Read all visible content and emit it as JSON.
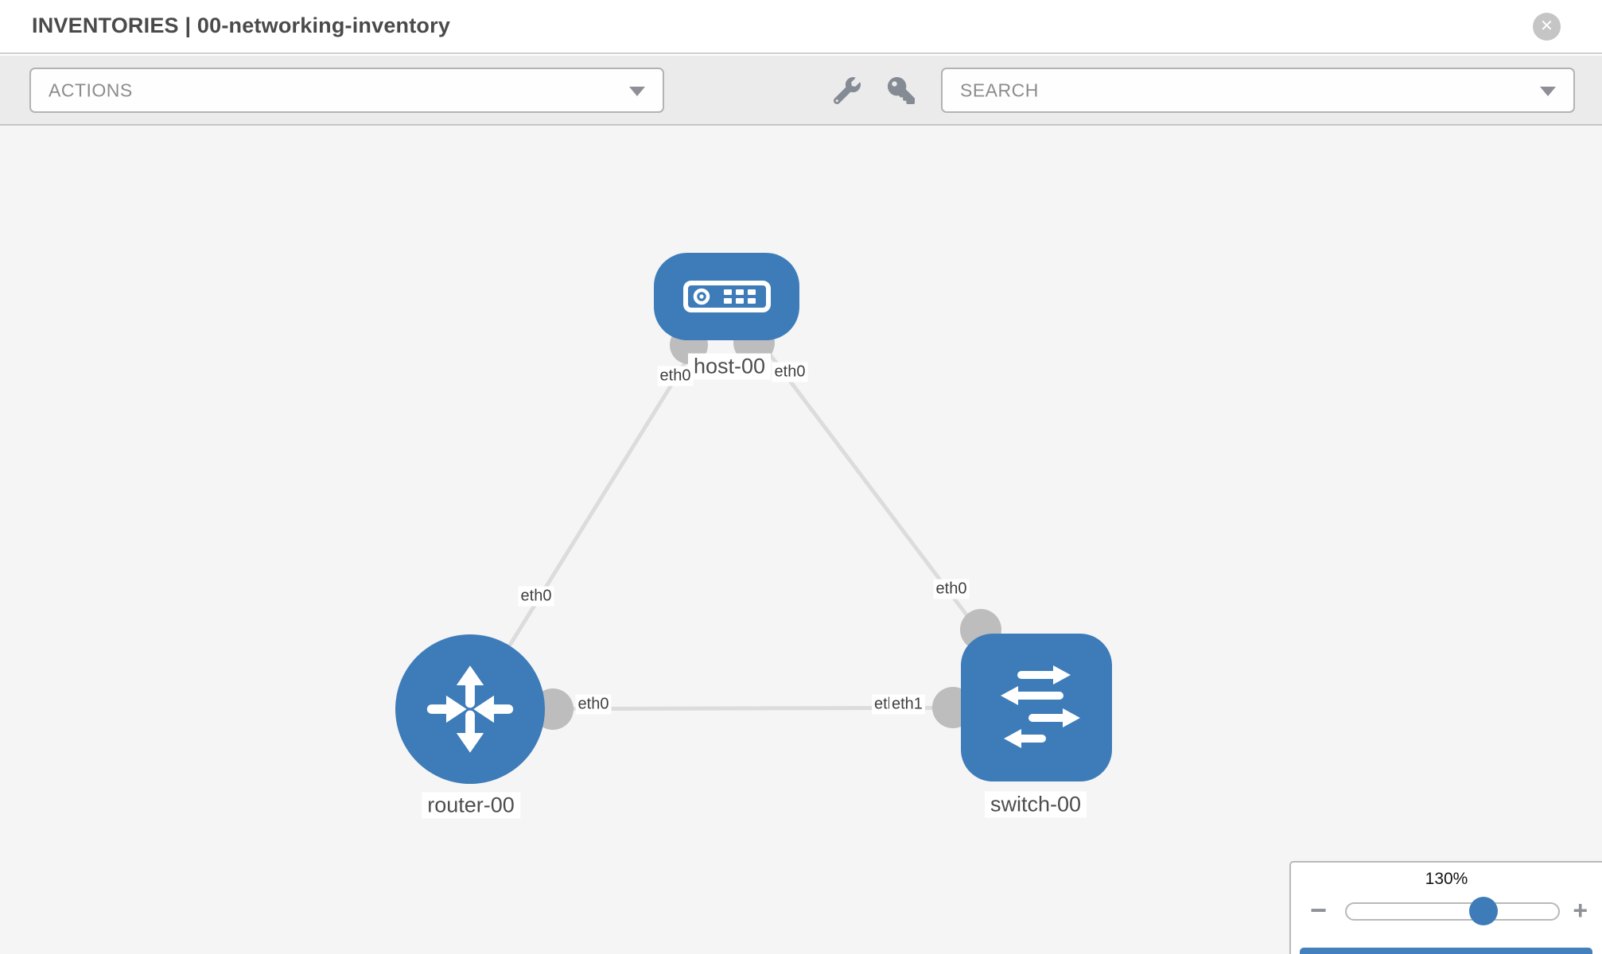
{
  "header": {
    "title": "INVENTORIES | 00-networking-inventory",
    "close_glyph": "✕"
  },
  "toolbar": {
    "actions_label": "ACTIONS",
    "search_label": "SEARCH",
    "icons": [
      "wrench-icon",
      "key-icon"
    ]
  },
  "topology": {
    "nodes": [
      {
        "id": "host-00",
        "label": "host-00",
        "type": "host",
        "icon": "server-icon"
      },
      {
        "id": "router-00",
        "label": "router-00",
        "type": "router",
        "icon": "router-arrows-icon"
      },
      {
        "id": "switch-00",
        "label": "switch-00",
        "type": "switch",
        "icon": "switch-arrows-icon"
      }
    ],
    "links": [
      {
        "from": "host-00",
        "to": "router-00",
        "from_interface": "eth0",
        "to_interface": "eth0"
      },
      {
        "from": "host-00",
        "to": "switch-00",
        "from_interface": "eth0",
        "to_interface": "eth0"
      },
      {
        "from": "router-00",
        "to": "switch-00",
        "from_interface": "eth0",
        "to_interfaces": [
          "eth0",
          "eth1"
        ]
      }
    ],
    "interface_labels": {
      "host_to_router_at_host": "eth0",
      "host_to_switch_at_host": "eth0",
      "host_to_router_at_router": "eth0",
      "host_to_switch_at_switch": "eth0",
      "router_to_switch_at_router": "eth0",
      "router_to_switch_at_switch_a": "eth0",
      "router_to_switch_at_switch_b": "eth1"
    },
    "colors": {
      "node_blue": "#3d7cb9",
      "link_gray": "#dcdcdc",
      "port_gray": "#bdbdbd",
      "canvas_bg": "#f5f5f5"
    }
  },
  "zoom_control": {
    "level_label": "130%",
    "value_percent": 130,
    "zoom_out_glyph": "−",
    "zoom_in_glyph": "+"
  }
}
